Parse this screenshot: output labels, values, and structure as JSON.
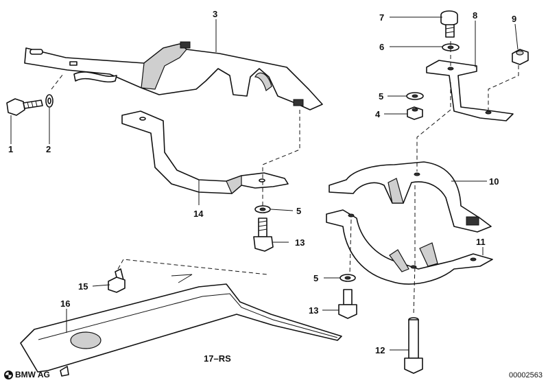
{
  "callouts": {
    "c1": "1",
    "c2": "2",
    "c3": "3",
    "c4": "4",
    "c5a": "5",
    "c5b": "5",
    "c5c": "5",
    "c6": "6",
    "c7": "7",
    "c8": "8",
    "c9": "9",
    "c10": "10",
    "c11": "11",
    "c12": "12",
    "c13a": "13",
    "c13b": "13",
    "c14": "14",
    "c15": "15",
    "c16": "16",
    "c17": "17–RS"
  },
  "footer": {
    "brand": "BMW AG",
    "diagram_id": "00002563"
  },
  "icons": {
    "logo": "bmw-roundel-icon"
  }
}
